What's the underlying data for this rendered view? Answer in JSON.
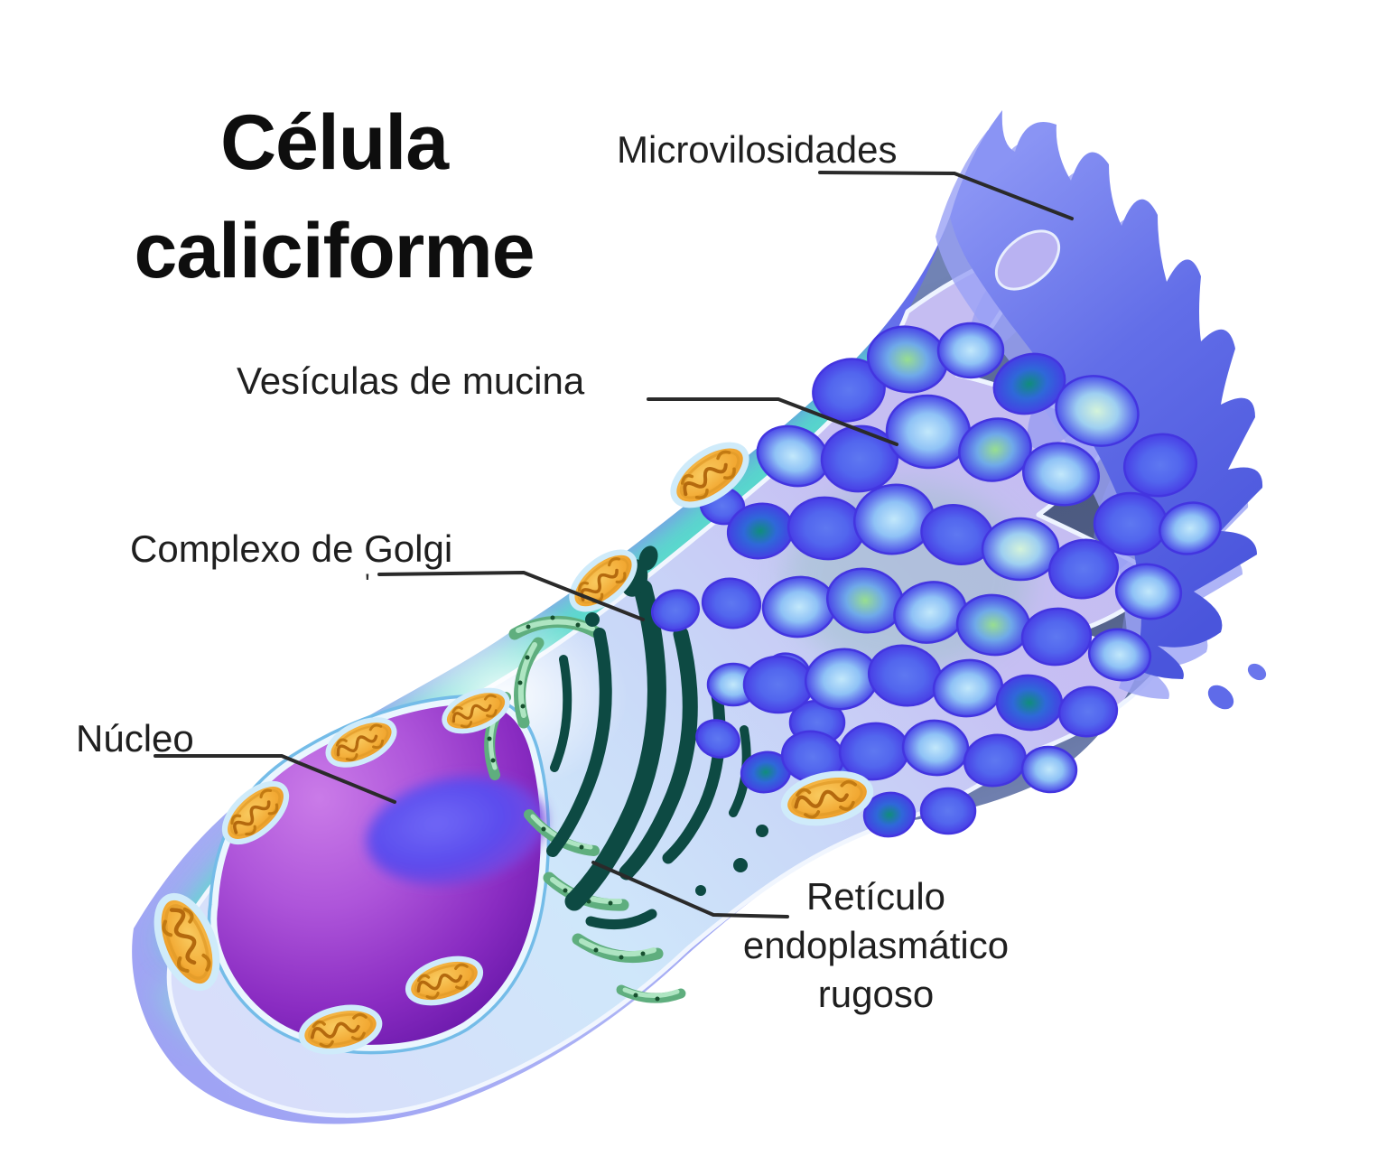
{
  "title": {
    "line1": "Célula",
    "line2": "caliciforme"
  },
  "labels": {
    "microvilli": "Microvilosidades",
    "vesicles": "Vesículas de mucina",
    "golgi": "Complexo de Golgi",
    "nucleus": "Núcleo",
    "er": {
      "l1": "Retículo",
      "l2": "endoplasmático",
      "l3": "rugoso"
    }
  },
  "stray_mark": "'",
  "figure": {
    "subject": "Goblet cell cross-section diagram",
    "structures": [
      "microvilli",
      "mucin vesicles",
      "Golgi complex",
      "nucleus",
      "nucleolus",
      "rough endoplasmic reticulum",
      "mitochondria",
      "cell membrane",
      "cytoplasm"
    ]
  },
  "colors": {
    "background": "#ffffff",
    "membrane_blue": "#6A74EC",
    "membrane_teal": "#52E5C6",
    "cytoplasm_lavender": "#C5BDF2",
    "nucleus_purple": "#8A2CC2",
    "nucleolus_blue": "#5B4CEE",
    "golgi_teal": "#0D4A43",
    "er_green": "#8FD6A8",
    "mitochondria_orange": "#F0A22E",
    "vesicle_blue": "#4A47E8",
    "mouth_shadow": "#4B597F",
    "label_text": "#1F1F1F",
    "leader_line": "#2A2A2A"
  }
}
